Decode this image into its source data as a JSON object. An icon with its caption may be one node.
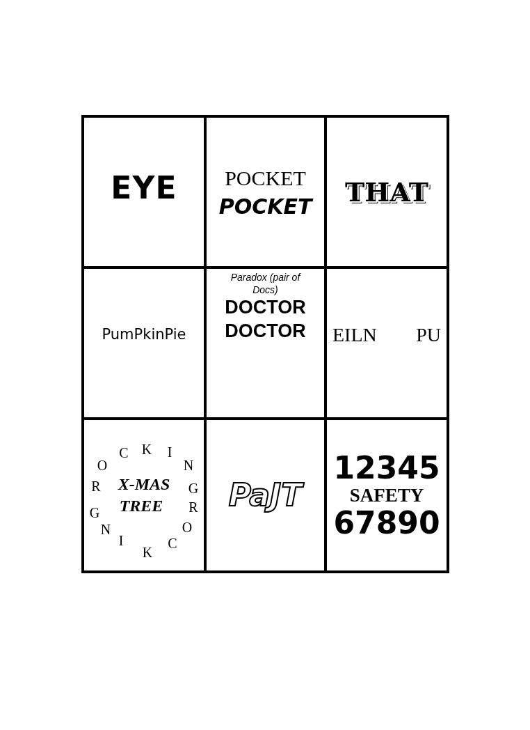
{
  "diagram": {
    "nodes": [
      {
        "text": [
          "EYE"
        ]
      },
      {
        "text": [
          "POCKET",
          "POCKET"
        ]
      },
      {
        "text": [
          "THAT"
        ]
      },
      {
        "text": [
          "PumPkinPie"
        ]
      },
      {
        "text": [
          "Paradox (pair of Docs)",
          "DOCTOR",
          "DOCTOR"
        ]
      },
      {
        "text": [
          "EILN",
          "PU"
        ]
      },
      {
        "text": [
          "R",
          "O",
          "C",
          "K",
          "I",
          "N",
          "G",
          "X-MAS",
          "TREE",
          "R",
          "O",
          "C",
          "K",
          "I",
          "N",
          "G"
        ]
      },
      {
        "text": [
          "PaJT"
        ]
      },
      {
        "text": [
          "12345",
          "SAFETY",
          "67890"
        ]
      }
    ]
  }
}
